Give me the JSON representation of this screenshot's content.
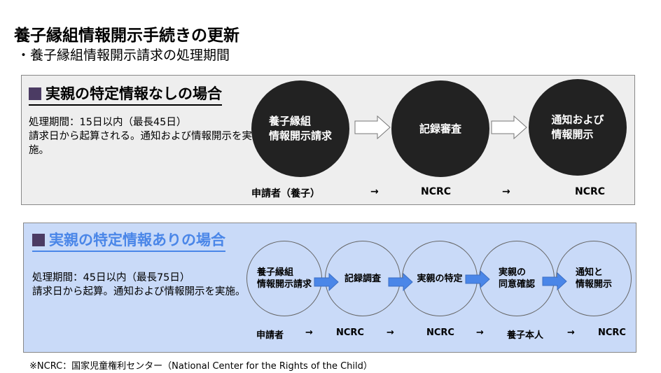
{
  "title": "養子縁組情報開示手続きの更新",
  "subtitle": "・養子縁組情報開示請求の処理期間",
  "case_none": {
    "heading": "実親の特定情報なしの場合",
    "desc_line1": "処理期間：15日以内（最長45日）",
    "desc_line2": "請求日から起算される。通知および情報開示を実施。",
    "steps": [
      {
        "line1": "養子縁組",
        "line2": "情報開示請求"
      },
      {
        "line1": "記録審査",
        "line2": ""
      },
      {
        "line1": "通知および",
        "line2": "情報開示"
      }
    ],
    "actors": [
      "申請者（養子）",
      "NCRC",
      "NCRC"
    ],
    "arrow": "→"
  },
  "case_with": {
    "heading": "実親の特定情報ありの場合",
    "desc_line1": "処理期間：45日以内（最長75日）",
    "desc_line2": "請求日から起算。通知および情報開示を実施。",
    "steps": [
      {
        "line1": "養子縁組",
        "line2": "情報開示請求"
      },
      {
        "line1": "記録調査",
        "line2": ""
      },
      {
        "line1": "実親の特定",
        "line2": ""
      },
      {
        "line1": "実親の",
        "line2": "同意確認"
      },
      {
        "line1": "通知と",
        "line2": "情報開示"
      }
    ],
    "actors": [
      "申請者",
      "NCRC",
      "NCRC",
      "養子本人",
      "NCRC"
    ],
    "arrow": "→"
  },
  "footnote": "※NCRC：国家児童権利センター（National Center for the Rights of the Child）",
  "colors": {
    "accent_blue": "#4a86e8",
    "box2_bg": "#c9daf8",
    "box1_bg": "#eeeeee",
    "circle_dark": "#222222",
    "square": "#4b3b63"
  }
}
